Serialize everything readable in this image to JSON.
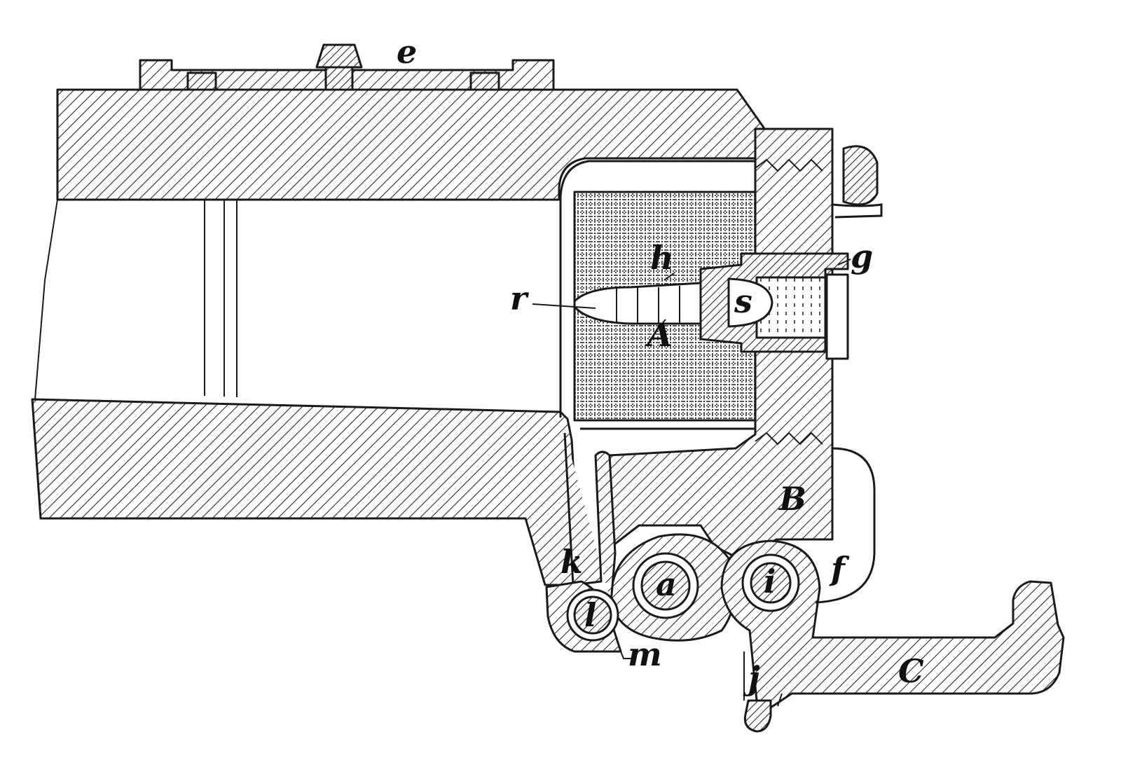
{
  "figure": {
    "labels": {
      "e": "e",
      "g": "g",
      "h": "h",
      "r": "r",
      "s": "s",
      "A": "A",
      "B": "B",
      "k": "k",
      "a": "a",
      "i": "i",
      "f": "f",
      "l": "l",
      "m": "m",
      "j": "j",
      "C": "C"
    },
    "colors": {
      "ink": "#1a1a1a",
      "paper": "#ffffff"
    }
  }
}
